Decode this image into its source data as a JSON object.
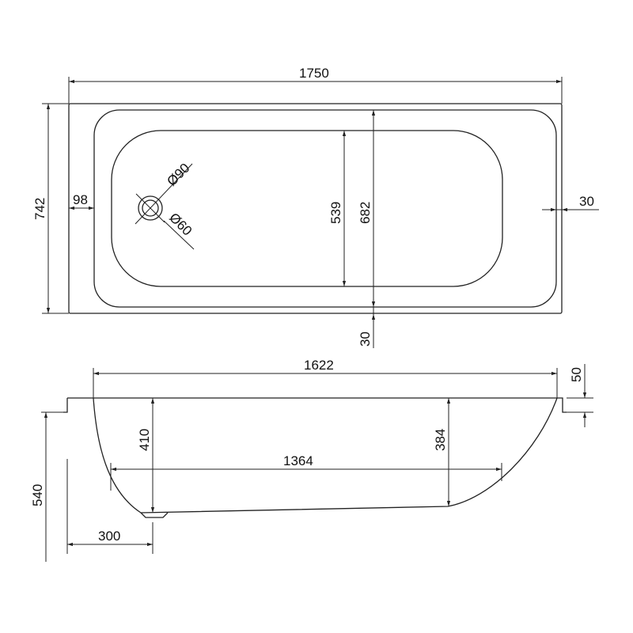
{
  "title": "Bathtub technical drawing",
  "colors": {
    "line": "#222222",
    "background": "#ffffff"
  },
  "top_view": {
    "overall_length": "1750",
    "overall_width": "742",
    "rim_left": "98",
    "rim_right": "30",
    "rim_bottom": "30",
    "inner_width": "682",
    "basin_width": "539",
    "drain_outer_diameter": "Ø90",
    "drain_inner_diameter": "Ø60"
  },
  "side_view": {
    "inner_top_length": "1622",
    "bottom_length": "1364",
    "rim_height": "50",
    "total_height": "540",
    "depth_drain_end": "410",
    "depth_head_end": "384",
    "drain_offset": "300"
  }
}
